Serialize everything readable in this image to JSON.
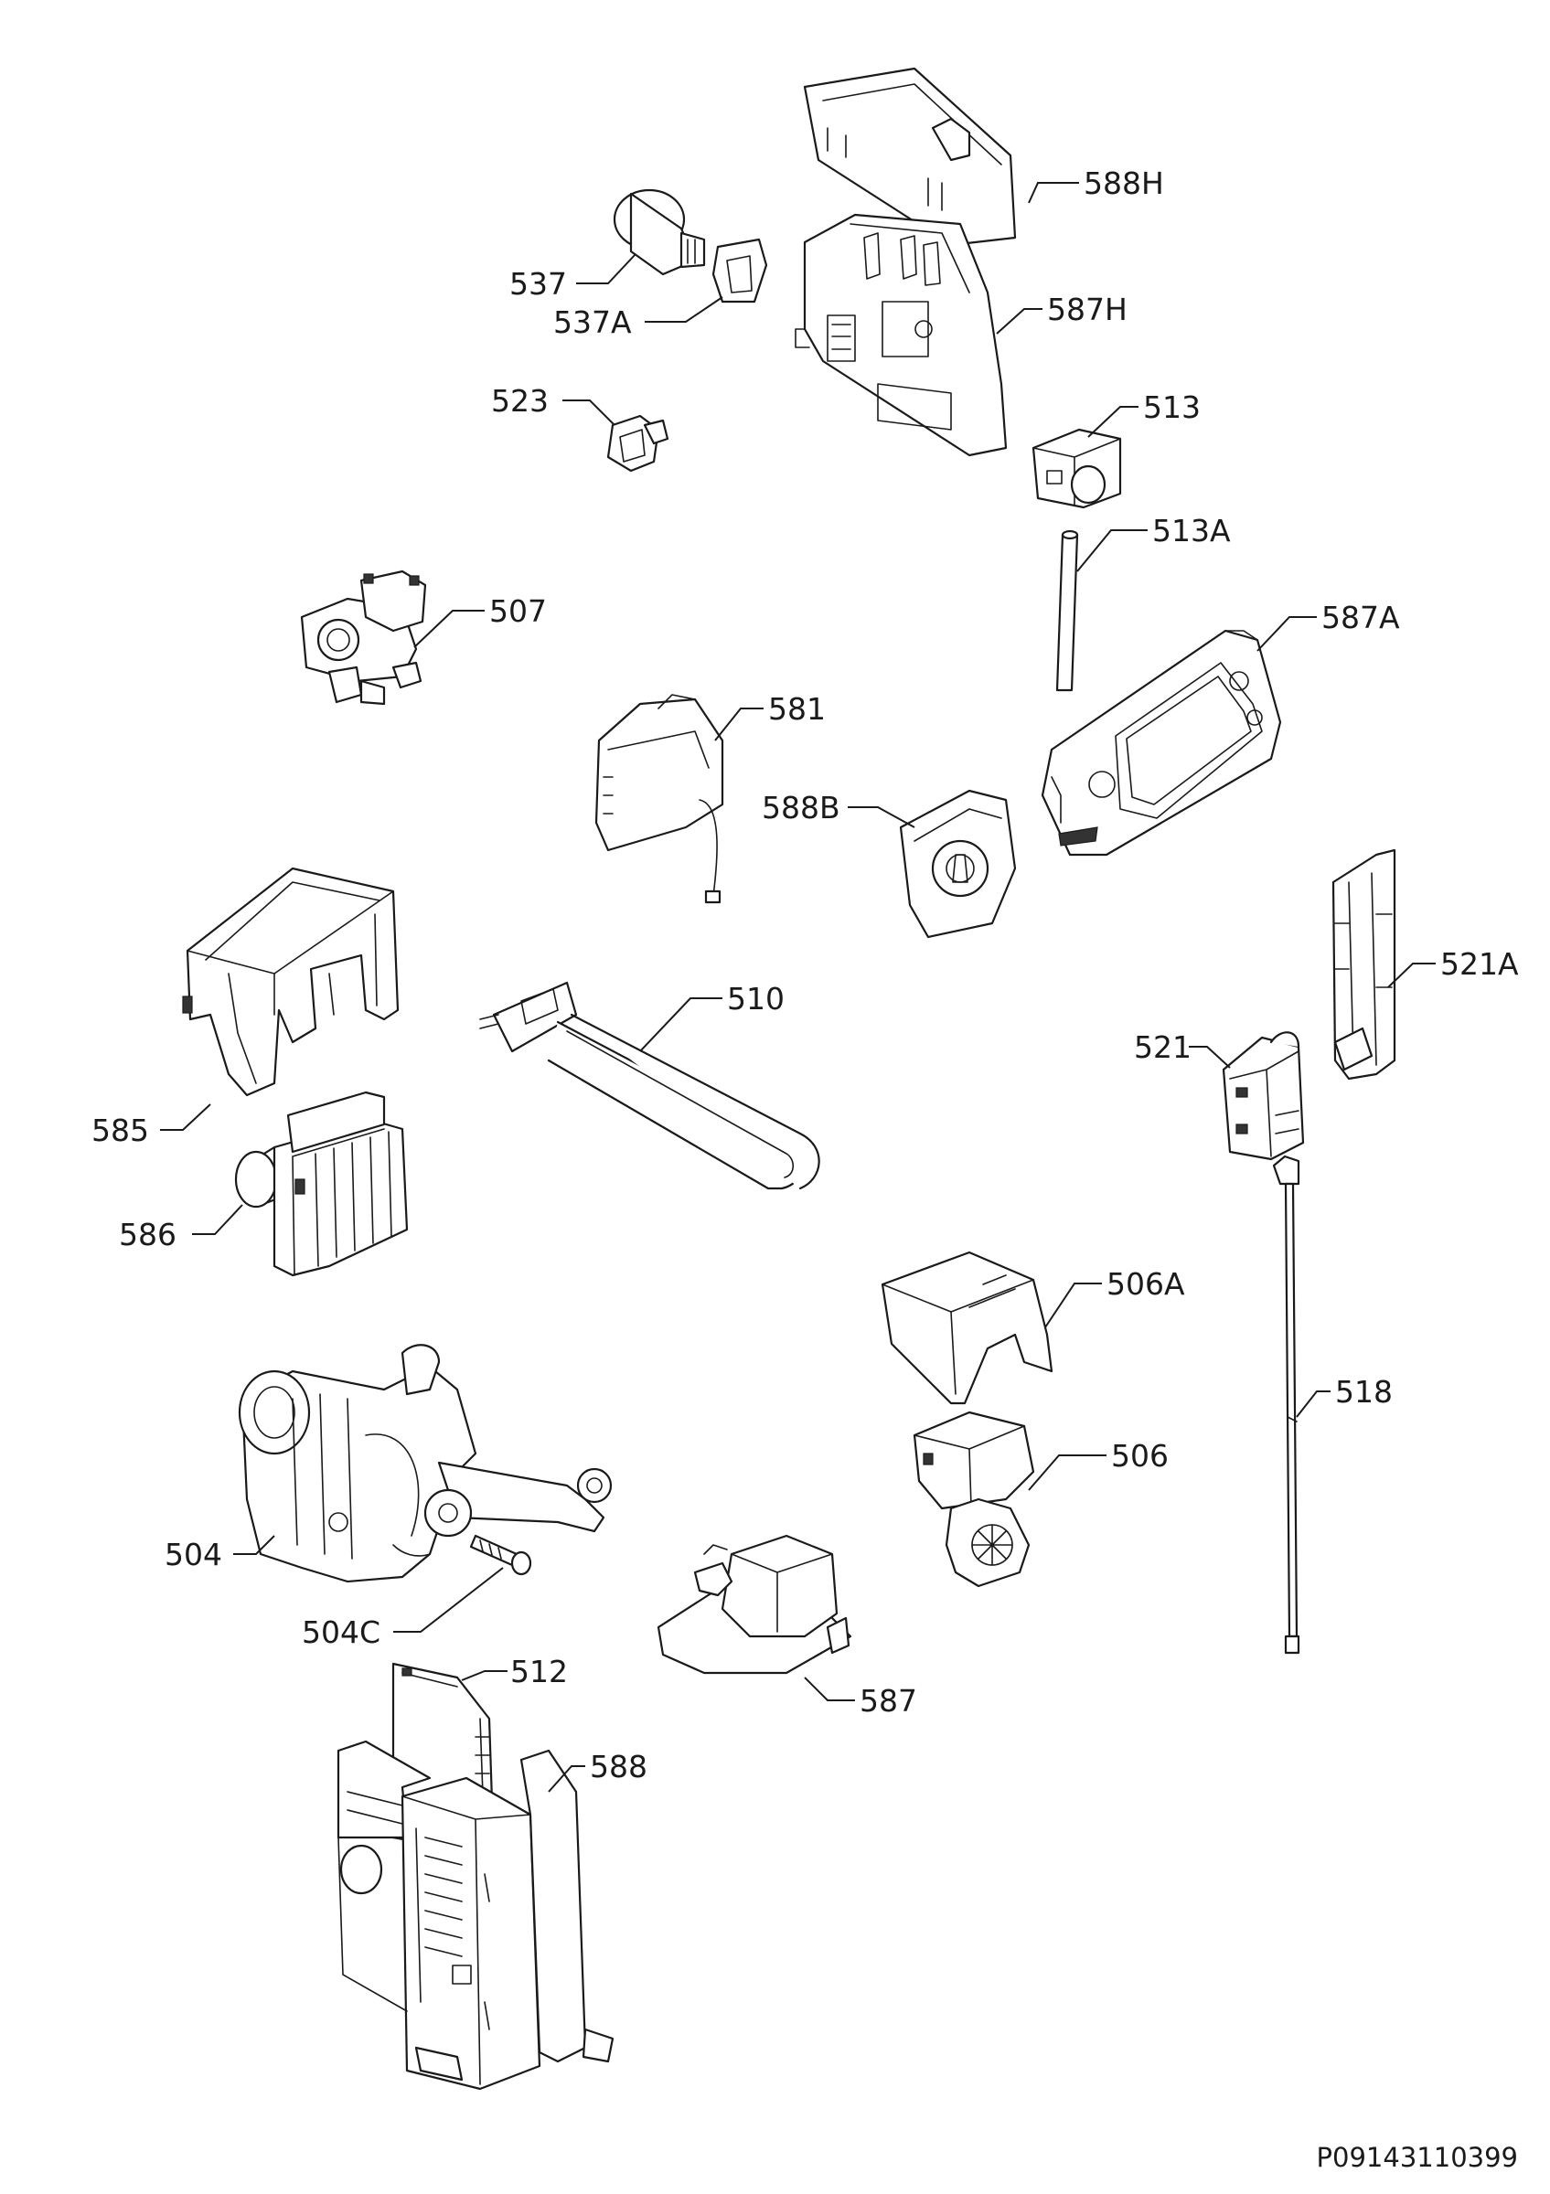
{
  "drawing_number": "P09143110399",
  "colors": {
    "line": "#1a1a1a",
    "background": "#ffffff"
  },
  "parts": [
    {
      "id": "588H",
      "label": "588H"
    },
    {
      "id": "537",
      "label": "537"
    },
    {
      "id": "537A",
      "label": "537A"
    },
    {
      "id": "587H",
      "label": "587H"
    },
    {
      "id": "523",
      "label": "523"
    },
    {
      "id": "513",
      "label": "513"
    },
    {
      "id": "513A",
      "label": "513A"
    },
    {
      "id": "507",
      "label": "507"
    },
    {
      "id": "587A",
      "label": "587A"
    },
    {
      "id": "581",
      "label": "581"
    },
    {
      "id": "588B",
      "label": "588B"
    },
    {
      "id": "521A",
      "label": "521A"
    },
    {
      "id": "510",
      "label": "510"
    },
    {
      "id": "521",
      "label": "521"
    },
    {
      "id": "585",
      "label": "585"
    },
    {
      "id": "586",
      "label": "586"
    },
    {
      "id": "506A",
      "label": "506A"
    },
    {
      "id": "518",
      "label": "518"
    },
    {
      "id": "506",
      "label": "506"
    },
    {
      "id": "504",
      "label": "504"
    },
    {
      "id": "504C",
      "label": "504C"
    },
    {
      "id": "587",
      "label": "587"
    },
    {
      "id": "512",
      "label": "512"
    },
    {
      "id": "588",
      "label": "588"
    }
  ]
}
